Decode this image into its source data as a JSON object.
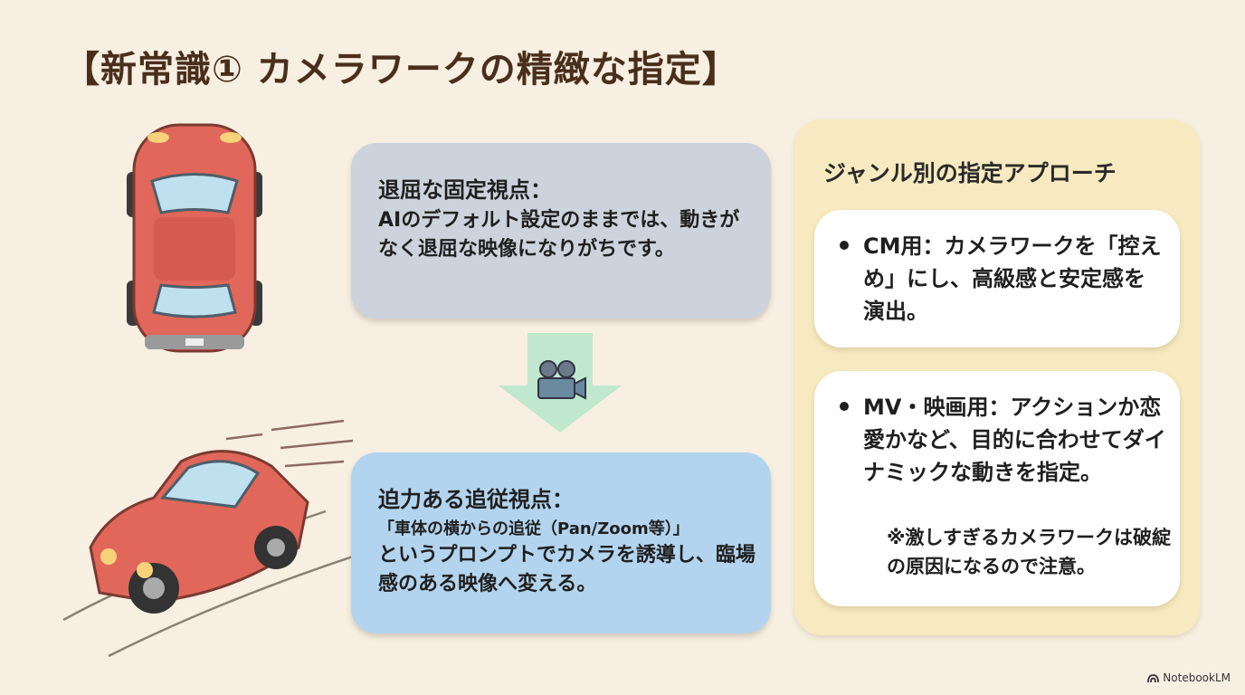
{
  "title": "【新常識① カメラワークの精緻な指定】",
  "boring": {
    "heading": "退屈な固定視点：",
    "body": "AIのデフォルト設定のままでは、動きがなく退屈な映像になりがちです。"
  },
  "dynamic": {
    "heading": "迫力ある追従視点：",
    "sub": "「車体の横からの追従（Pan/Zoom等）」",
    "body": "というプロンプトでカメラを誘導し、臨場感のある映像へ変える。"
  },
  "genre": {
    "title": "ジャンル別の指定アプローチ",
    "items": [
      {
        "text": "CM用：カメラワークを「控えめ」にし、高級感と安定感を演出。"
      },
      {
        "text": "MV・映画用：アクションか恋愛かなど、目的に合わせてダイナミックな動きを指定。",
        "note": "※激しすぎるカメラワークは破綻の原因になるので注意。"
      }
    ]
  },
  "brand": "NotebookLM",
  "colors": {
    "car": "#e0675a",
    "gray_box": "#cdd3dc",
    "blue_box": "#b3d4ee",
    "panel": "#f8eac0",
    "arrow": "#bfe8cf"
  }
}
